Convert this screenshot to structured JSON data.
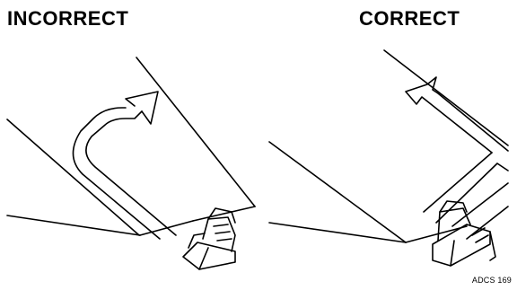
{
  "panels": [
    {
      "heading": "INCORRECT"
    },
    {
      "heading": "CORRECT"
    }
  ],
  "figure_id": "ADCS 169"
}
